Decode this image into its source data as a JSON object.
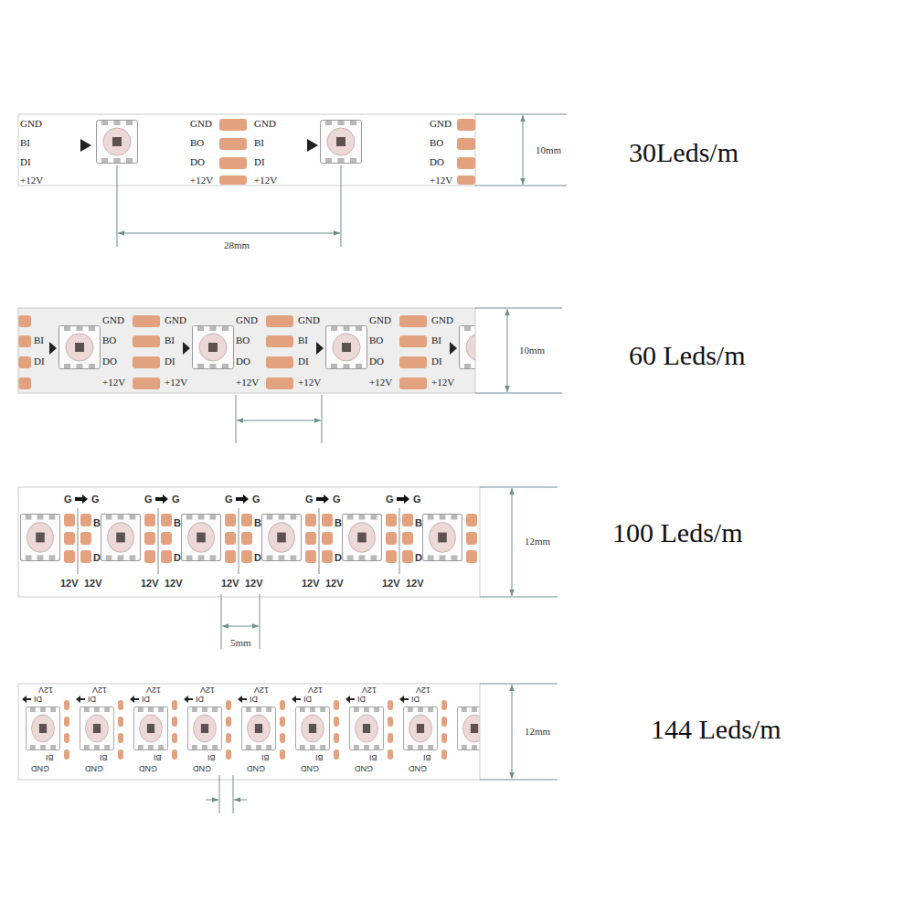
{
  "diagram": {
    "labels": [
      "GND",
      "BI",
      "DI",
      "+12V",
      "GND",
      "BO",
      "DO",
      "+12V",
      "GND",
      "BI",
      "DI",
      "+12V",
      "GND",
      "BO",
      "DO",
      "+12V",
      "28mm",
      "10mm",
      "30Leds/m",
      "BI",
      "DI",
      "GND",
      "BO",
      "DO",
      "+12V",
      "GND",
      "BI",
      "DI",
      "+12V",
      "GND",
      "BO",
      "DO",
      "+12V",
      "GND",
      "BI",
      "DI",
      "+12V",
      "GND",
      "BO",
      "DO",
      "+12V",
      "GND",
      "BI",
      "DI",
      "+12V",
      "10mm",
      "60 Leds/m",
      "G",
      "G",
      "B",
      "D",
      "12V",
      "12V",
      "G",
      "G",
      "B",
      "D",
      "12V",
      "12V",
      "G",
      "G",
      "B",
      "D",
      "12V",
      "12V",
      "G",
      "G",
      "B",
      "D",
      "12V",
      "12V",
      "G",
      "G",
      "B",
      "D",
      "12V",
      "12V",
      "5mm",
      "12mm",
      "100 Leds/m",
      "12V",
      "DI",
      "BI",
      "GND",
      "12V",
      "DI",
      "BI",
      "GND",
      "12V",
      "DI",
      "BI",
      "GND",
      "12V",
      "DI",
      "BI",
      "GND",
      "12V",
      "DI",
      "BI",
      "GND",
      "12V",
      "DI",
      "BI",
      "GND",
      "12V",
      "DI",
      "BI",
      "GND",
      "12V",
      "DI",
      "BI",
      "GND",
      "12mm",
      "144 Leds/m"
    ]
  }
}
